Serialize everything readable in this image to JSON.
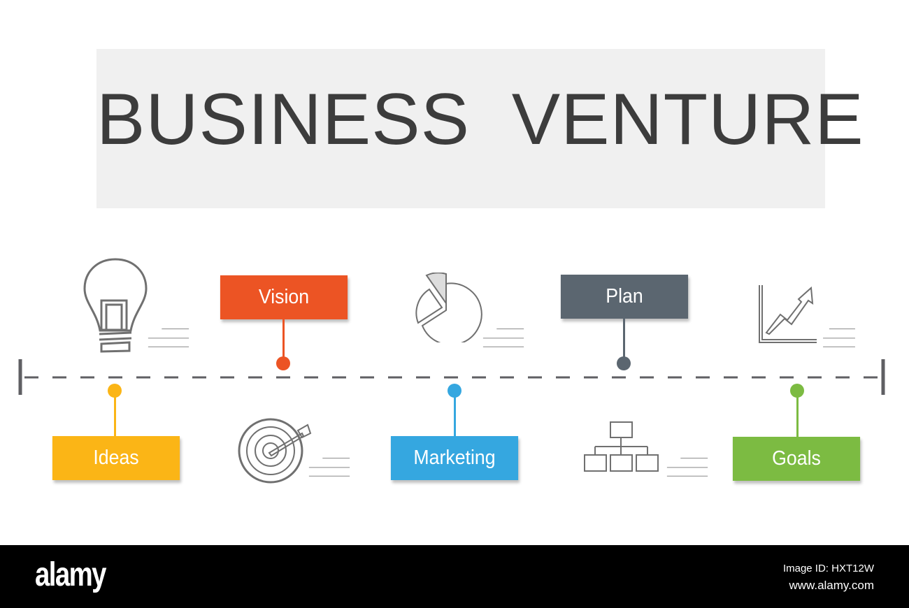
{
  "title": "BUSINESS  VENTURE",
  "colors": {
    "ideas": "#fbb516",
    "vision": "#ec5424",
    "marketing": "#35a7e0",
    "plan": "#5b6670",
    "goals": "#7cbb42",
    "timeline": "#5f5f63",
    "icon": "#707070"
  },
  "labels": {
    "ideas": "Ideas",
    "vision": "Vision",
    "marketing": "Marketing",
    "plan": "Plan",
    "goals": "Goals"
  },
  "icons": [
    "lightbulb-icon",
    "pie-chart-icon",
    "growth-chart-icon",
    "target-icon",
    "org-chart-icon"
  ],
  "footer": {
    "logo": "alamy",
    "image_id": "Image ID: HXT12W",
    "url": "www.alamy.com"
  }
}
